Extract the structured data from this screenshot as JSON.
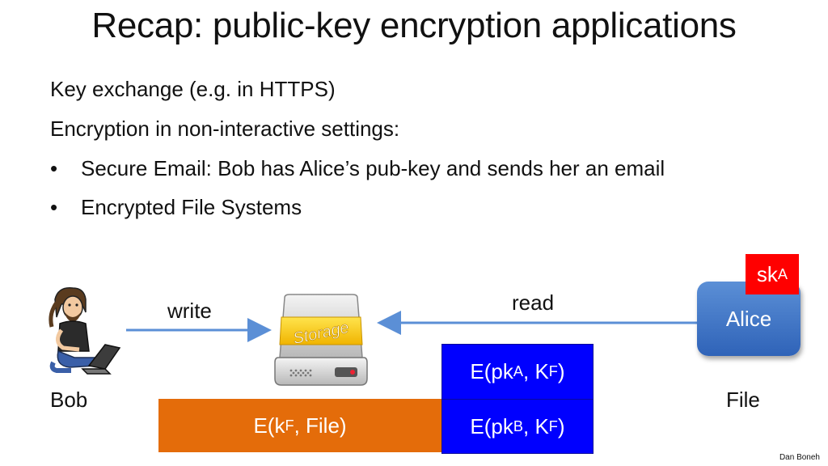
{
  "title": "Recap:  public-key encryption applications",
  "lines": {
    "key_exchange": "Key exchange  (e.g.  in HTTPS)",
    "non_interactive": "Encryption in non-interactive settings:",
    "bullet_email": "Secure Email:   Bob has Alice’s pub-key and sends her an email",
    "bullet_fs": "Encrypted File Systems",
    "bullet_symbol": "•"
  },
  "diagram": {
    "write_label": "write",
    "read_label": "read",
    "bob_label": "Bob",
    "file_label": "File",
    "alice_label": "Alice",
    "storage_label": "Storage",
    "sk": {
      "base": "sk",
      "sub": "A"
    },
    "enc_pkA": {
      "pre": "E(pk",
      "sub1": "A",
      "mid": ",  K",
      "sub2": "F",
      "post": ")"
    },
    "enc_pkB": {
      "pre": "E(pk",
      "sub1": "B",
      "mid": ",  K",
      "sub2": "F",
      "post": ")"
    },
    "enc_file": {
      "pre": "E(k",
      "sub1": "F",
      "post": ", File)"
    },
    "colors": {
      "arrow": "#5b8fd6",
      "blue_box": "#0000ff",
      "orange_box": "#e46c0a",
      "key_box": "#ff0000",
      "alice": "#4a7fcc"
    }
  },
  "footer": "Dan Boneh"
}
